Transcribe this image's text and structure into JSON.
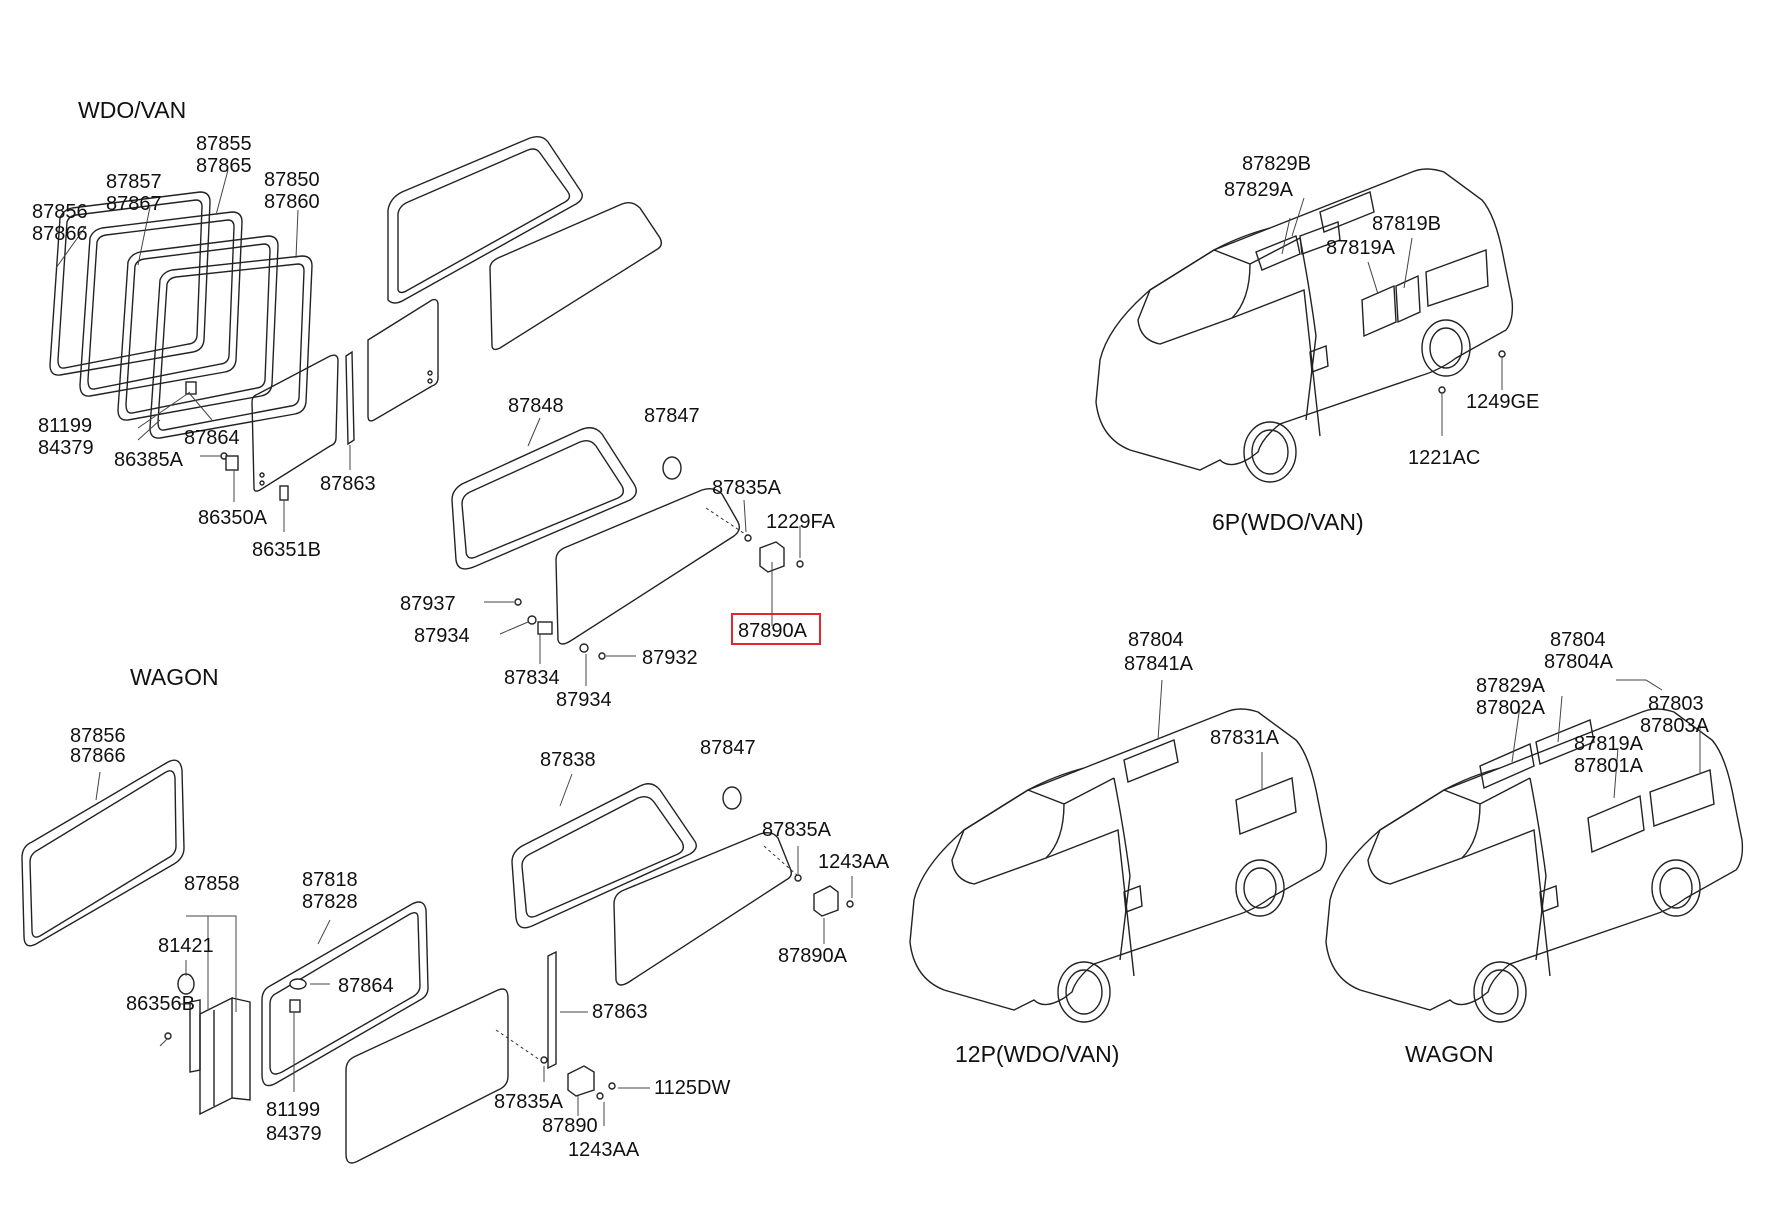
{
  "headers": {
    "wdo_van": "WDO/VAN",
    "wagon": "WAGON",
    "p6": "6P(WDO/VAN)",
    "p12": "12P(WDO/VAN)",
    "wagon_view": "WAGON"
  },
  "labels": {
    "a1": "87855",
    "a2": "87865",
    "a3": "87857",
    "a4": "87867",
    "a5": "87850",
    "a6": "87860",
    "a7": "87856",
    "a8": "87866",
    "a9": "81199",
    "a10": "84379",
    "a11": "87864",
    "a12": "86385A",
    "a13": "86350A",
    "a14": "86351B",
    "a15": "87863",
    "b1": "87848",
    "b2": "87847",
    "b3": "87835A",
    "b4": "1229FA",
    "b5": "87890A",
    "b6": "87937",
    "b7": "87934",
    "b8": "87834",
    "b9": "87932",
    "b10": "87934",
    "c1": "87856",
    "c2": "87866",
    "c3": "87858",
    "c4": "81421",
    "c5": "86356B",
    "c6": "87818",
    "c7": "87828",
    "c8": "87864",
    "c9": "81199",
    "c10": "84379",
    "d1": "87838",
    "d2": "87847",
    "d3": "87835A",
    "d4": "1243AA",
    "d5": "87890A",
    "d6": "87863",
    "d7": "87835A",
    "d8": "1125DW",
    "d9": "87890",
    "d10": "1243AA",
    "e1": "87829B",
    "e2": "87829A",
    "e3": "87819B",
    "e4": "87819A",
    "e5": "1249GE",
    "e6": "1221AC",
    "f1": "87804",
    "f2": "87841A",
    "f3": "87831A",
    "g1": "87804",
    "g2": "87804A",
    "g3": "87829A",
    "g4": "87802A",
    "g5": "87803",
    "g6": "87803A",
    "g7": "87819A",
    "g8": "87801A"
  },
  "highlight": {
    "part": "87890A",
    "color": "#e0282e"
  }
}
